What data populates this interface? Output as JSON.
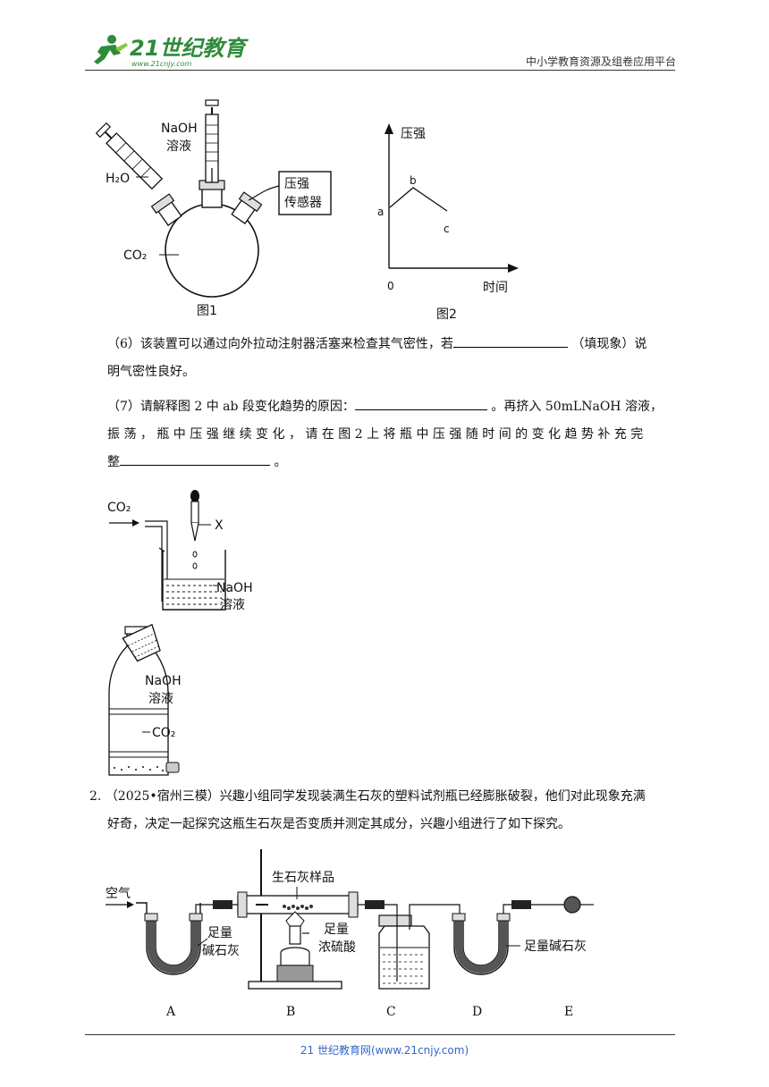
{
  "header": {
    "logo_text": "21世纪教育",
    "logo_url": "www.21cnjy.com",
    "platform": "中小学教育资源及组卷应用平台"
  },
  "figure1": {
    "naoh_label": "NaOH",
    "solution_label": "溶液",
    "water_label": "H₂O",
    "co2_label": "CO₂",
    "sensor_line1": "压强",
    "sensor_line2": "传感器",
    "caption": "图1"
  },
  "figure2": {
    "y_label": "压强",
    "x_label": "时间",
    "origin": "0",
    "point_a": "a",
    "point_b": "b",
    "point_c": "c",
    "caption": "图2"
  },
  "q6": {
    "text_a": "（6）该装置可以通过向外拉动注射器活塞来检查其气密性，若",
    "text_b": "（填现象）说",
    "text_c": "明气密性良好。"
  },
  "q7": {
    "text_a": "（7）请解释图 2 中 ab 段变化趋势的原因：",
    "text_b": "。再挤入 50mLNaOH 溶液，",
    "text_c": "振 荡 ， 瓶 中 压 强 继 续 变 化 ， 请 在 图 2 上 将 瓶 中 压 强 随 时 间 的 变 化 趋 势 补 充 完",
    "text_d": "整",
    "text_e": "。"
  },
  "figure3": {
    "co2_label": "CO₂",
    "x_label": "X",
    "naoh_label": "NaOH",
    "solution_label": "溶液"
  },
  "figure4": {
    "naoh_label": "NaOH",
    "solution_label": "溶液",
    "co2_label": "CO₂"
  },
  "q2": {
    "line1": "2. （2025•宿州三模）兴趣小组同学发现装满生石灰的塑料试剂瓶已经膨胀破裂，他们对此现象充满",
    "line2": "好奇，决定一起探究这瓶生石灰是否变质并测定其成分，兴趣小组进行了如下探究。"
  },
  "figure5": {
    "air_label": "空气",
    "sample_label": "生石灰样品",
    "a_line1": "足量",
    "a_line2": "碱石灰",
    "c_line1": "足量",
    "c_line2": "浓硫酸",
    "d_label": "足量碱石灰",
    "labels": [
      "A",
      "B",
      "C",
      "D",
      "E"
    ]
  },
  "footer": {
    "text": "21 世纪教育网(www.21cnjy.com)"
  }
}
